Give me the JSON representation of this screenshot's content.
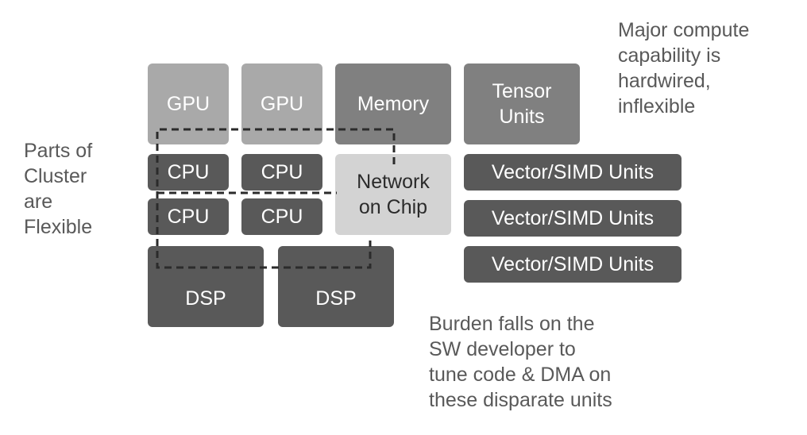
{
  "blocks": {
    "gpu_1": "GPU",
    "gpu_2": "GPU",
    "memory": "Memory",
    "tensor_units": "Tensor\nUnits",
    "cpu_1": "CPU",
    "cpu_2": "CPU",
    "cpu_3": "CPU",
    "cpu_4": "CPU",
    "network_on_chip": "Network\non Chip",
    "vector_1": "Vector/SIMD Units",
    "vector_2": "Vector/SIMD Units",
    "vector_3": "Vector/SIMD Units",
    "dsp_1": "DSP",
    "dsp_2": "DSP"
  },
  "notes": {
    "hardwired": "Major compute\ncapability is\nhardwired,\ninflexible",
    "flexible": "Parts of\nCluster\nare\nFlexible",
    "burden": "Burden falls on the\nSW developer to\ntune code & DMA on\nthese disparate units"
  },
  "colors": {
    "light_block": "#a9a9a9",
    "medium_block": "#808080",
    "dark_block": "#595959",
    "noc_block": "#d3d3d3",
    "note_text": "#595959",
    "outline": "#2b2b2b"
  }
}
